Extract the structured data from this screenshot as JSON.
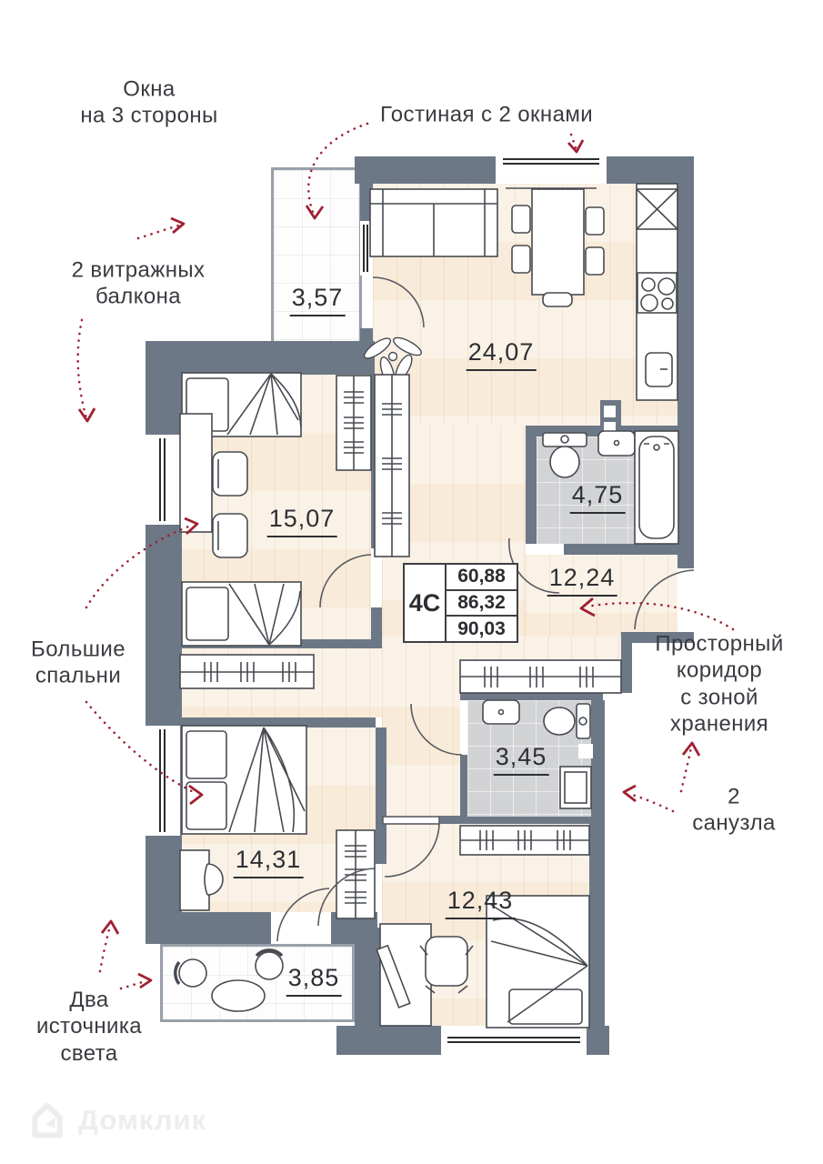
{
  "annotations": {
    "windows_three_sides": "Окна\nна 3 стороны",
    "living_room": "Гостиная с 2 окнами",
    "balconies": "2 витражных\nбалкона",
    "bedrooms": "Большие\nспальни",
    "corridor": "Просторный\nкоридор\nс зоной\nхранения",
    "bathrooms": "2 санузла",
    "light_sources": "Два\nисточника\nсвета"
  },
  "info_box": {
    "layout_type": "4C",
    "area_living": "60,88",
    "area_main": "86,32",
    "area_total": "90,03"
  },
  "room_areas": {
    "balcony_top": "3,57",
    "living_kitchen": "24,07",
    "bedroom_left": "15,07",
    "bathroom_big": "4,75",
    "corridor": "12,24",
    "bathroom_small": "3,45",
    "bedroom_middle": "14,31",
    "bedroom_bottom": "12,43",
    "balcony_bottom": "3,85"
  },
  "watermark": {
    "brand": "Домклик"
  },
  "colors": {
    "wall": "#6d7886",
    "arrow": "#9f2132",
    "floor": "#f8ebd9",
    "tile": "#d2d3d5"
  }
}
